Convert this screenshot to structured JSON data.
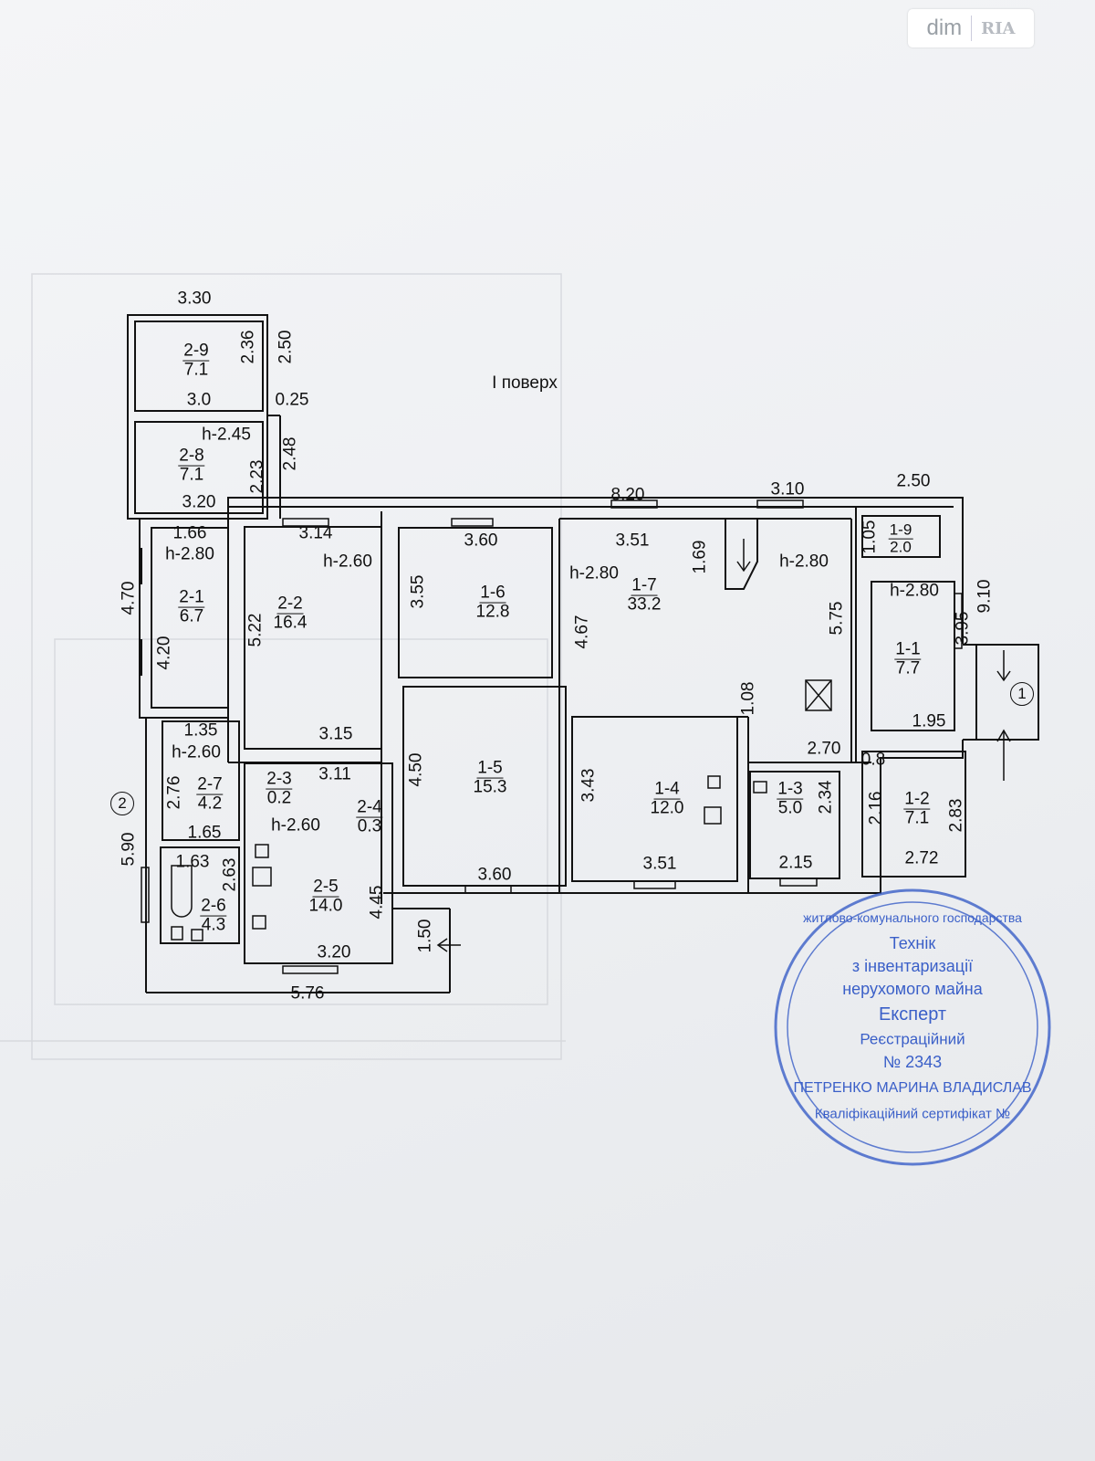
{
  "logo": {
    "dim": "dim",
    "ria": "RIA"
  },
  "floor_title": "I поверх",
  "rooms": [
    {
      "num": "2-9",
      "area": "7.1"
    },
    {
      "num": "2-8",
      "area": "7.1"
    },
    {
      "num": "2-1",
      "area": "6.7"
    },
    {
      "num": "2-2",
      "area": "16.4"
    },
    {
      "num": "2-3",
      "area": "0.2"
    },
    {
      "num": "2-4",
      "area": "0.3"
    },
    {
      "num": "2-7",
      "area": "4.2"
    },
    {
      "num": "2-6",
      "area": "4.3"
    },
    {
      "num": "2-5",
      "area": "14.0"
    },
    {
      "num": "1-6",
      "area": "12.8"
    },
    {
      "num": "1-5",
      "area": "15.3"
    },
    {
      "num": "1-7",
      "area": "33.2"
    },
    {
      "num": "1-4",
      "area": "12.0"
    },
    {
      "num": "1-3",
      "area": "5.0"
    },
    {
      "num": "1-2",
      "area": "7.1"
    },
    {
      "num": "1-1",
      "area": "7.7"
    },
    {
      "num": "1-9",
      "area": "2.0"
    }
  ],
  "dims": [
    "3.30",
    "3.0",
    "0.25",
    "3.20",
    "1.66",
    "3.14",
    "1.35",
    "3.15",
    "3.11",
    "1.65",
    "1.63",
    "3.20",
    "5.76",
    "3.60",
    "3.51",
    "8.20",
    "3.10",
    "2.50",
    "3.60",
    "3.51",
    "2.70",
    "1.95",
    "0.8",
    "2.15",
    "2.72",
    "2.36",
    "2.50",
    "2.23",
    "2.48",
    "4.70",
    "4.20",
    "5.22",
    "2.76",
    "5.90",
    "2.63",
    "4.45",
    "1.50",
    "4.50",
    "3.55",
    "4.67",
    "3.43",
    "1.69",
    "5.75",
    "1.08",
    "1.05",
    "3.95",
    "9.10",
    "2.34",
    "2.16",
    "2.83"
  ],
  "heights": [
    "h-2.45",
    "h-2.80",
    "h-2.60",
    "h-2.60",
    "h-2.60",
    "h-2.80",
    "h-2.80",
    "h-2.80"
  ],
  "markers": [
    "1",
    "2"
  ],
  "stamp": {
    "lines": [
      "Технік",
      "з інвентаризації",
      "нерухомого майна",
      "Експерт",
      "Реєстраційний",
      "№ 2343"
    ],
    "arc_name": "ПЕТРЕНКО МАРИНА ВЛАДИСЛАВ",
    "arc_cert": "Кваліфікаційний сертифікат №",
    "arc_org": "житлово-комунального господарства"
  }
}
